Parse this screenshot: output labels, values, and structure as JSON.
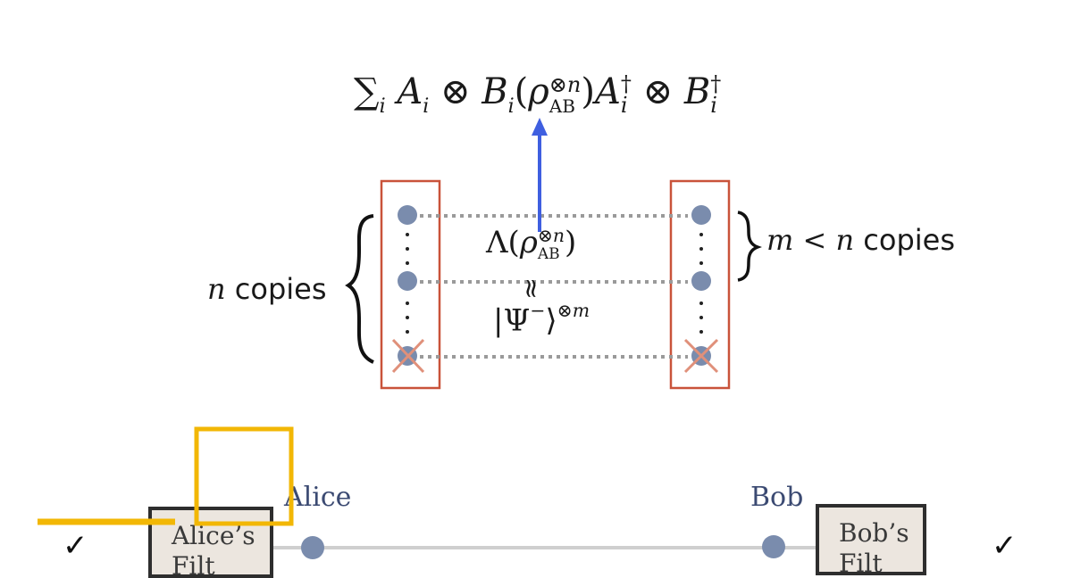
{
  "formula_top": {
    "sum": "∑",
    "i": "i",
    "A": "A",
    "tensor": "⊗",
    "B": "B",
    "open_paren": "(",
    "rho": "ρ",
    "sup_tensor_n": "⊗n",
    "sub_AB": "AB",
    "close_paren": ")",
    "dagger": "†"
  },
  "center": {
    "lambda": "Λ(",
    "rho": "ρ",
    "sup_tensor_n": "⊗n",
    "sub_AB": "AB",
    "close_paren": ")",
    "approx": "≈",
    "psi_open": "|Ψ",
    "psi_minus": "−",
    "psi_close": "⟩",
    "sup_tensor_m": "⊗m"
  },
  "n_copies": {
    "var": "n",
    "text": "copies"
  },
  "m_copies": {
    "var_m": "m",
    "lt": "<",
    "var_n": "n",
    "text": "copies"
  },
  "labels": {
    "alice": "Alice",
    "bob": "Bob"
  },
  "filters": {
    "alice": "Alice’s Filt",
    "bob": "Bob’s Filt"
  },
  "checks": {
    "left": "✓",
    "right": "✓"
  },
  "colors": {
    "dot": "#7a8cad",
    "box": "#c9533a",
    "arrow": "#3f5fe0",
    "dotted_line": "#9a9a9a",
    "cross": "#e0907a",
    "highlight": "#f2b705",
    "label": "#3b4a72"
  }
}
